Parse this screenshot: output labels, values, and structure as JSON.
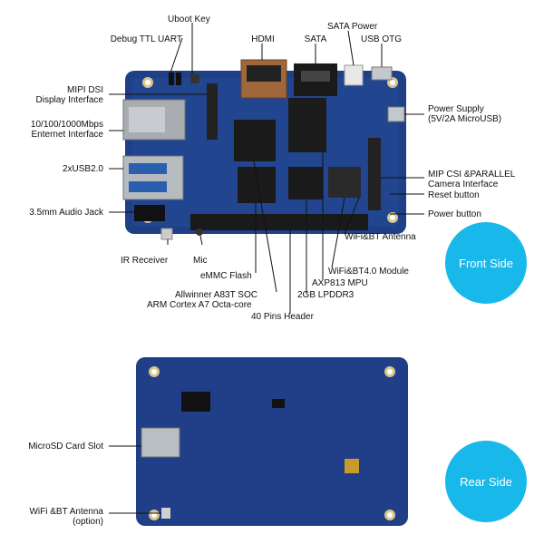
{
  "front": {
    "labels": {
      "debug_uart": "Debug TTL UART",
      "uboot_key": "Uboot Key",
      "hdmi": "HDMI",
      "sata": "SATA",
      "sata_power": "SATA Power",
      "usb_otg": "USB OTG",
      "mipi_dsi_1": "MIPI DSI",
      "mipi_dsi_2": "Display Interface",
      "ethernet_1": "10/100/1000Mbps",
      "ethernet_2": "Enternet Interface",
      "usb2": "2xUSB2.0",
      "audio": "3.5mm Audio Jack",
      "ir": "IR Receiver",
      "mic": "Mic",
      "emmc": "eMMC Flash",
      "soc_1": "Allwinner A83T SOC",
      "soc_2": "ARM Cortex A7 Octa-core",
      "header": "40 Pins Header",
      "lpddr3": "2GB LPDDR3",
      "axp": "AXP813 MPU",
      "wifi_module": "WiFi&BT4.0 Module",
      "wifi_antenna": "WiFi&BT Antenna",
      "power_1": "Power Supply",
      "power_2": "(5V/2A MicroUSB)",
      "csi_1": "MIP CSI &PARALLEL",
      "csi_2": "Camera Interface",
      "reset": "Reset button",
      "power_button": "Power button"
    },
    "badge": "Front Side"
  },
  "rear": {
    "labels": {
      "microsd": "MicroSD Card Slot",
      "antenna_1": "WiFi &BT Antenna",
      "antenna_2": "(option)"
    },
    "badge": "Rear Side"
  },
  "colors": {
    "accent": "#18b9ea",
    "board": "#1f3f86",
    "board_dark": "#152c63",
    "chip": "#1a1a1a",
    "connector": "#9aa0a6"
  }
}
